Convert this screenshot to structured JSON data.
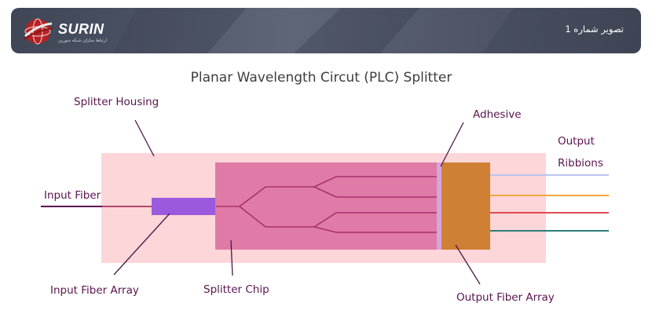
{
  "header": {
    "brand_name": "SURIN",
    "brand_tagline": "ارتباط سازان شبکه سورین",
    "image_caption": "تصویر شماره 1"
  },
  "diagram": {
    "title": "Planar Wavelength Circut (PLC) Splitter",
    "labels": {
      "splitter_housing": "Splitter Housing",
      "adhesive": "Adhesive",
      "output_ribbions_line1": "Output",
      "output_ribbions_line2": "Ribbions",
      "input_fiber": "Input Fiber",
      "input_fiber_array": "Input Fiber Array",
      "splitter_chip": "Splitter Chip",
      "output_fiber_array": "Output Fiber Array"
    },
    "colors": {
      "housing": "#fcd6d8",
      "chip": "#e07aa6",
      "waveguide": "#a8326a",
      "input_fiber_array": "#9b59dd",
      "adhesive": "#d3a6de",
      "output_fiber_array": "#d08034",
      "label_text": "#5a1450",
      "input_fiber": "#5a1450",
      "output_ribbons": [
        "#bcc4ee",
        "#f1a73c",
        "#e04a52",
        "#2e7e78"
      ]
    }
  }
}
